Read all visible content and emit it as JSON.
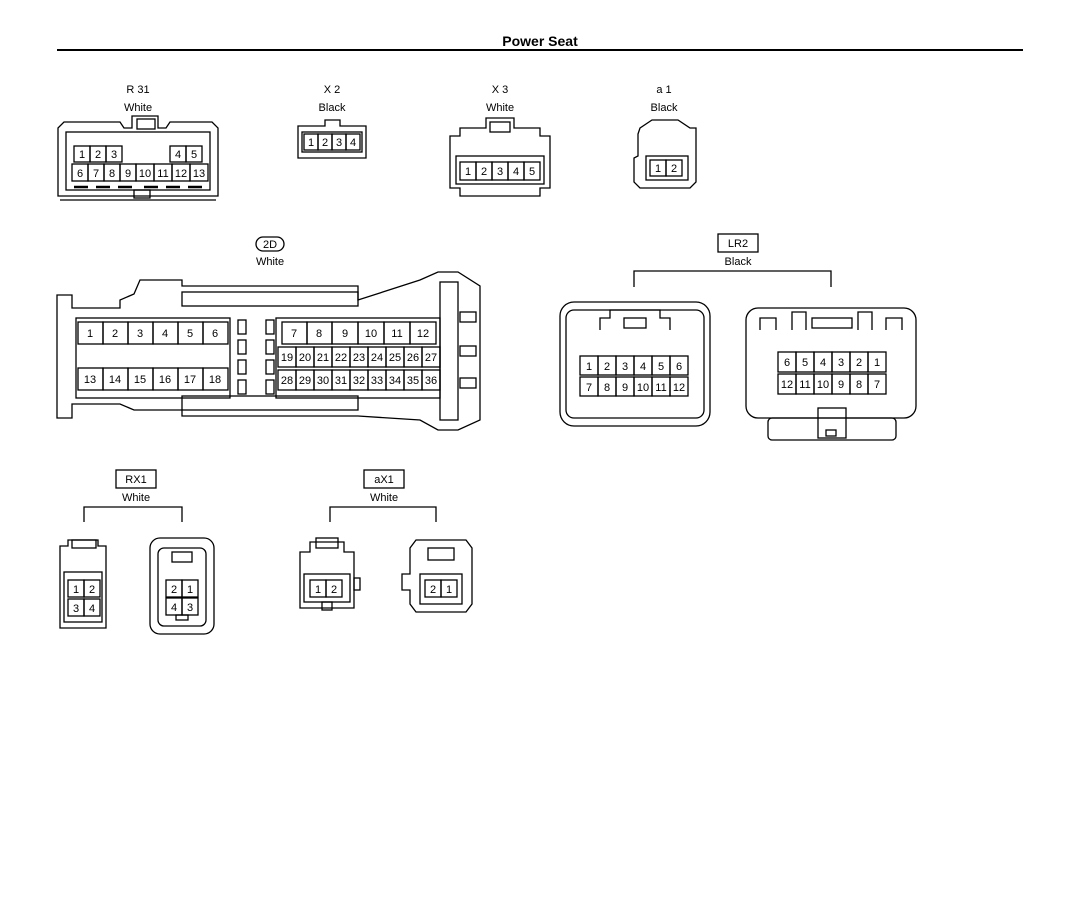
{
  "title": "Power Seat",
  "connectors": {
    "r31": {
      "name": "R 31",
      "color": "White",
      "pins_top_left": [
        "1",
        "2",
        "3"
      ],
      "pins_top_right": [
        "4",
        "5"
      ],
      "pins_bottom": [
        "6",
        "7",
        "8",
        "9",
        "10",
        "11",
        "12",
        "13"
      ]
    },
    "x2": {
      "name": "X 2",
      "color": "Black",
      "pins": [
        "1",
        "2",
        "3",
        "4"
      ]
    },
    "x3": {
      "name": "X 3",
      "color": "White",
      "pins": [
        "1",
        "2",
        "3",
        "4",
        "5"
      ]
    },
    "a1": {
      "name": "a 1",
      "color": "Black",
      "pins": [
        "1",
        "2"
      ]
    },
    "c2d": {
      "name": "2D",
      "color": "White",
      "row1_left": [
        "1",
        "2",
        "3",
        "4",
        "5",
        "6"
      ],
      "row3_left": [
        "13",
        "14",
        "15",
        "16",
        "17",
        "18"
      ],
      "row1_right": [
        "7",
        "8",
        "9",
        "10",
        "11",
        "12"
      ],
      "row2_right": [
        "19",
        "20",
        "21",
        "22",
        "23",
        "24",
        "25",
        "26",
        "27"
      ],
      "row3_right": [
        "28",
        "29",
        "30",
        "31",
        "32",
        "33",
        "34",
        "35",
        "36"
      ]
    },
    "lr2": {
      "name": "LR2",
      "color": "Black",
      "left_row1": [
        "1",
        "2",
        "3",
        "4",
        "5",
        "6"
      ],
      "left_row2": [
        "7",
        "8",
        "9",
        "10",
        "11",
        "12"
      ],
      "right_row1": [
        "6",
        "5",
        "4",
        "3",
        "2",
        "1"
      ],
      "right_row2": [
        "12",
        "11",
        "10",
        "9",
        "8",
        "7"
      ]
    },
    "rx1": {
      "name": "RX1",
      "color": "White",
      "left_pins": [
        "1",
        "2",
        "3",
        "4"
      ],
      "right_pins": [
        "2",
        "1",
        "4",
        "3"
      ]
    },
    "ax1": {
      "name": "aX1",
      "color": "White",
      "left_pins": [
        "1",
        "2"
      ],
      "right_pins": [
        "2",
        "1"
      ]
    }
  }
}
